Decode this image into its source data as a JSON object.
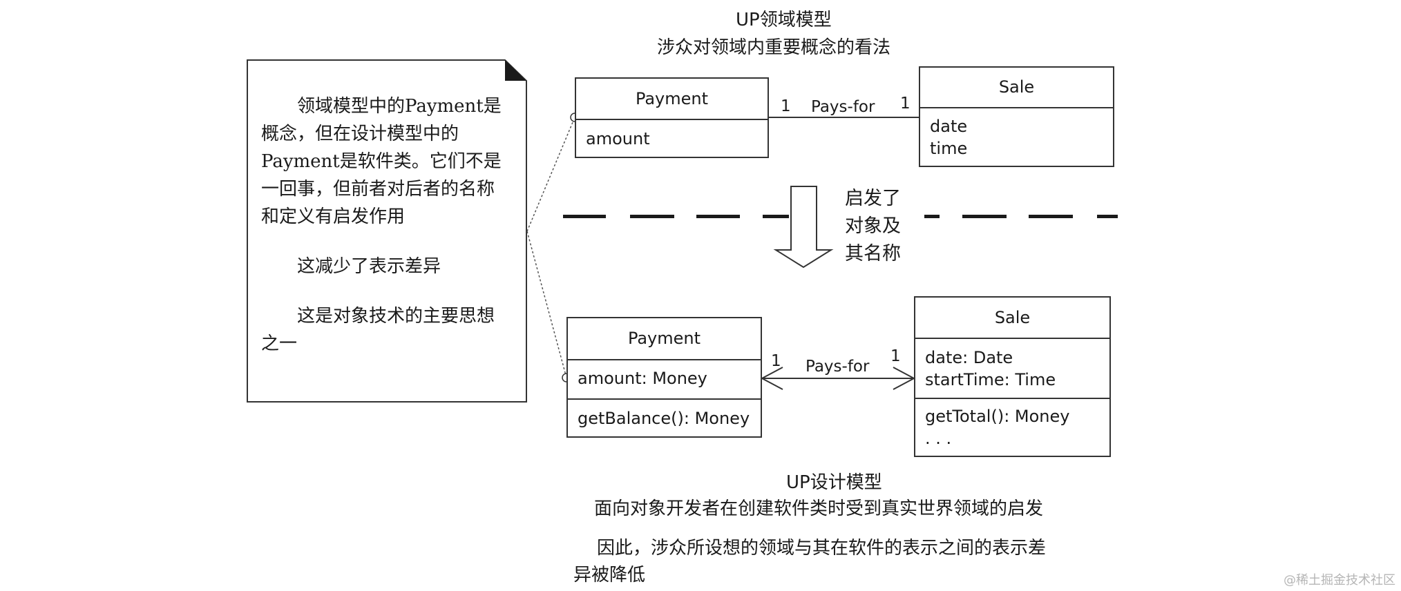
{
  "top_caption": {
    "title": "UP领域模型",
    "subtitle": "涉众对领域内重要概念的看法"
  },
  "note": {
    "paragraphs": [
      "领域模型中的Payment是概念，但在设计模型中的Payment是软件类。它们不是一回事，但前者对后者的名称和定义有启发作用",
      "这减少了表示差异",
      "这是对象技术的主要思想之一"
    ]
  },
  "domain_model": {
    "payment": {
      "name": "Payment",
      "attributes": [
        "amount"
      ]
    },
    "sale": {
      "name": "Sale",
      "attributes": [
        "date",
        "time"
      ]
    },
    "association": {
      "label": "Pays-for",
      "left_mult": "1",
      "right_mult": "1"
    }
  },
  "inspire": {
    "lines": [
      "启发了",
      "对象及",
      "其名称"
    ]
  },
  "design_model": {
    "payment": {
      "name": "Payment",
      "attributes": [
        "amount: Money"
      ],
      "operations": [
        "getBalance(): Money"
      ]
    },
    "sale": {
      "name": "Sale",
      "attributes": [
        "date: Date",
        "startTime: Time"
      ],
      "operations": [
        "getTotal(): Money",
        ". . ."
      ]
    },
    "association": {
      "label": "Pays-for",
      "left_mult": "1",
      "right_mult": "1"
    }
  },
  "bottom_caption": {
    "title": "UP设计模型",
    "line1": "面向对象开发者在创建软件类时受到真实世界领域的启发",
    "line2a": "因此，涉众所设想的领域与其在软件的表示之间的表示差",
    "line2b": "异被降低"
  },
  "watermark": "@稀土掘金技术社区"
}
